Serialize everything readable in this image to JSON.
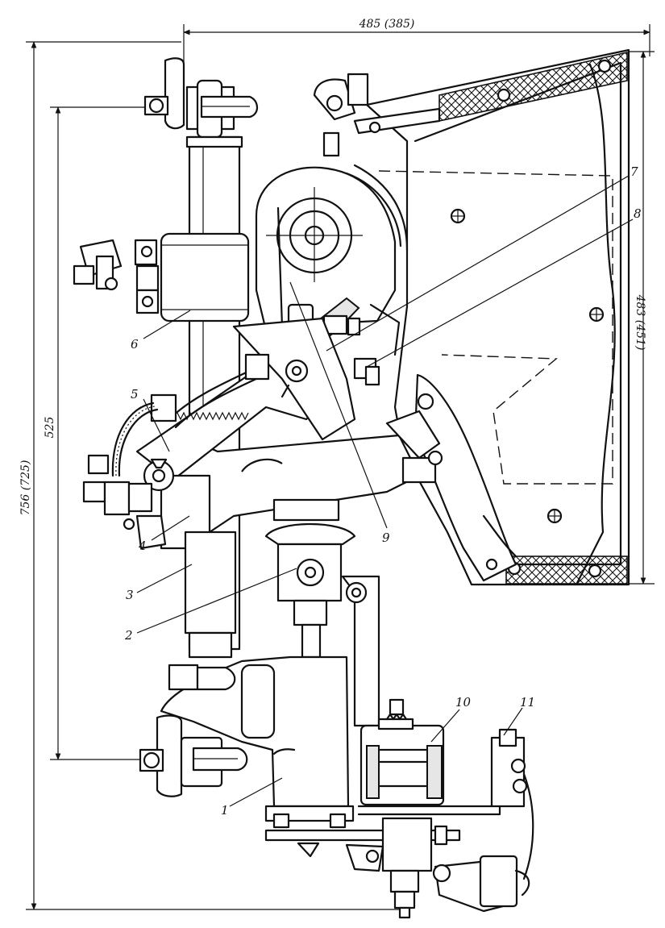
{
  "dimensions": {
    "top_width": "485 (385)",
    "right_height": "483 (451)",
    "left_inner": "525",
    "left_outer": "756 (725)"
  },
  "labels": [
    "1",
    "2",
    "3",
    "4",
    "5",
    "6",
    "7",
    "8",
    "9",
    "10",
    "11"
  ],
  "colors": {
    "ink": "#111111",
    "paper": "#ffffff"
  }
}
